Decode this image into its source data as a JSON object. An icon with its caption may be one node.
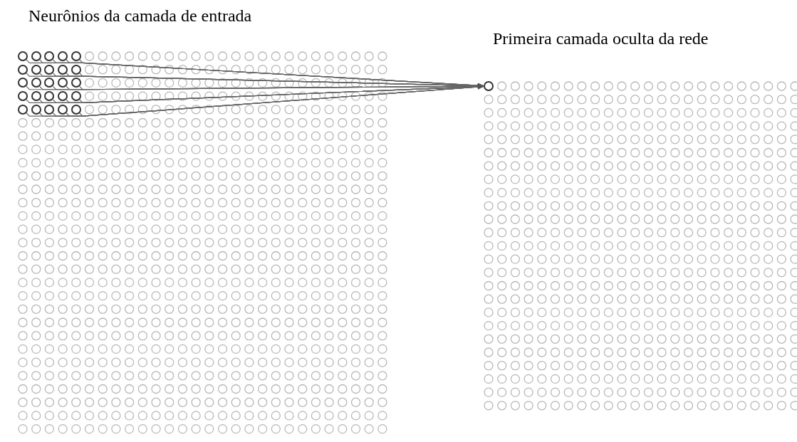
{
  "diagram": {
    "nodes": [
      {
        "text": [
          "Neurônios da camada de entrada"
        ]
      },
      {
        "text": [],
        "shape": "circle",
        "in": 0
      },
      {
        "text": [],
        "shape": "circle",
        "in": 0
      },
      {
        "text": [],
        "shape": "circle",
        "in": 0
      },
      {
        "text": [],
        "shape": "circle",
        "in": 0
      },
      {
        "text": [],
        "shape": "circle",
        "in": 0
      },
      {
        "text": [],
        "shape": "circle",
        "in": 0
      },
      {
        "text": [],
        "shape": "circle",
        "in": 0
      },
      {
        "text": [],
        "shape": "circle",
        "in": 0
      },
      {
        "text": [],
        "shape": "circle",
        "in": 0
      },
      {
        "text": [],
        "shape": "circle",
        "in": 0
      },
      {
        "text": [],
        "shape": "circle",
        "in": 0
      },
      {
        "text": [],
        "shape": "circle",
        "in": 0
      },
      {
        "text": [],
        "shape": "circle",
        "in": 0
      },
      {
        "text": [],
        "shape": "circle",
        "in": 0
      },
      {
        "text": [],
        "shape": "circle",
        "in": 0
      },
      {
        "text": [],
        "shape": "circle",
        "in": 0
      },
      {
        "text": [],
        "shape": "circle",
        "in": 0
      },
      {
        "text": [],
        "shape": "circle",
        "in": 0
      },
      {
        "text": [],
        "shape": "circle",
        "in": 0
      },
      {
        "text": [],
        "shape": "circle",
        "in": 0
      },
      {
        "text": [],
        "shape": "circle",
        "in": 0
      },
      {
        "text": [],
        "shape": "circle",
        "in": 0
      },
      {
        "text": [],
        "shape": "circle",
        "in": 0
      },
      {
        "text": [],
        "shape": "circle",
        "in": 0
      },
      {
        "text": [],
        "shape": "circle",
        "in": 0
      },
      {
        "text": [
          "Primeira camada oculta da rede"
        ]
      },
      {
        "text": [],
        "shape": "circle",
        "in": 26
      }
    ],
    "edges": [
      {
        "from": 1,
        "to": 27,
        "arrow": "to"
      },
      {
        "from": 2,
        "to": 27,
        "arrow": "to"
      },
      {
        "from": 3,
        "to": 27,
        "arrow": "to"
      },
      {
        "from": 4,
        "to": 27,
        "arrow": "to"
      },
      {
        "from": 5,
        "to": 27,
        "arrow": "to"
      },
      {
        "from": 6,
        "to": 27,
        "arrow": "to"
      },
      {
        "from": 7,
        "to": 27,
        "arrow": "to"
      },
      {
        "from": 8,
        "to": 27,
        "arrow": "to"
      },
      {
        "from": 9,
        "to": 27,
        "arrow": "to"
      },
      {
        "from": 10,
        "to": 27,
        "arrow": "to"
      },
      {
        "from": 11,
        "to": 27,
        "arrow": "to"
      },
      {
        "from": 12,
        "to": 27,
        "arrow": "to"
      },
      {
        "from": 13,
        "to": 27,
        "arrow": "to"
      },
      {
        "from": 14,
        "to": 27,
        "arrow": "to"
      },
      {
        "from": 15,
        "to": 27,
        "arrow": "to"
      },
      {
        "from": 16,
        "to": 27,
        "arrow": "to"
      },
      {
        "from": 17,
        "to": 27,
        "arrow": "to"
      },
      {
        "from": 18,
        "to": 27,
        "arrow": "to"
      },
      {
        "from": 19,
        "to": 27,
        "arrow": "to"
      },
      {
        "from": 20,
        "to": 27,
        "arrow": "to"
      },
      {
        "from": 21,
        "to": 27,
        "arrow": "to"
      },
      {
        "from": 22,
        "to": 27,
        "arrow": "to"
      },
      {
        "from": 23,
        "to": 27,
        "arrow": "to"
      },
      {
        "from": 24,
        "to": 27,
        "arrow": "to"
      },
      {
        "from": 25,
        "to": 27,
        "arrow": "to"
      }
    ]
  }
}
